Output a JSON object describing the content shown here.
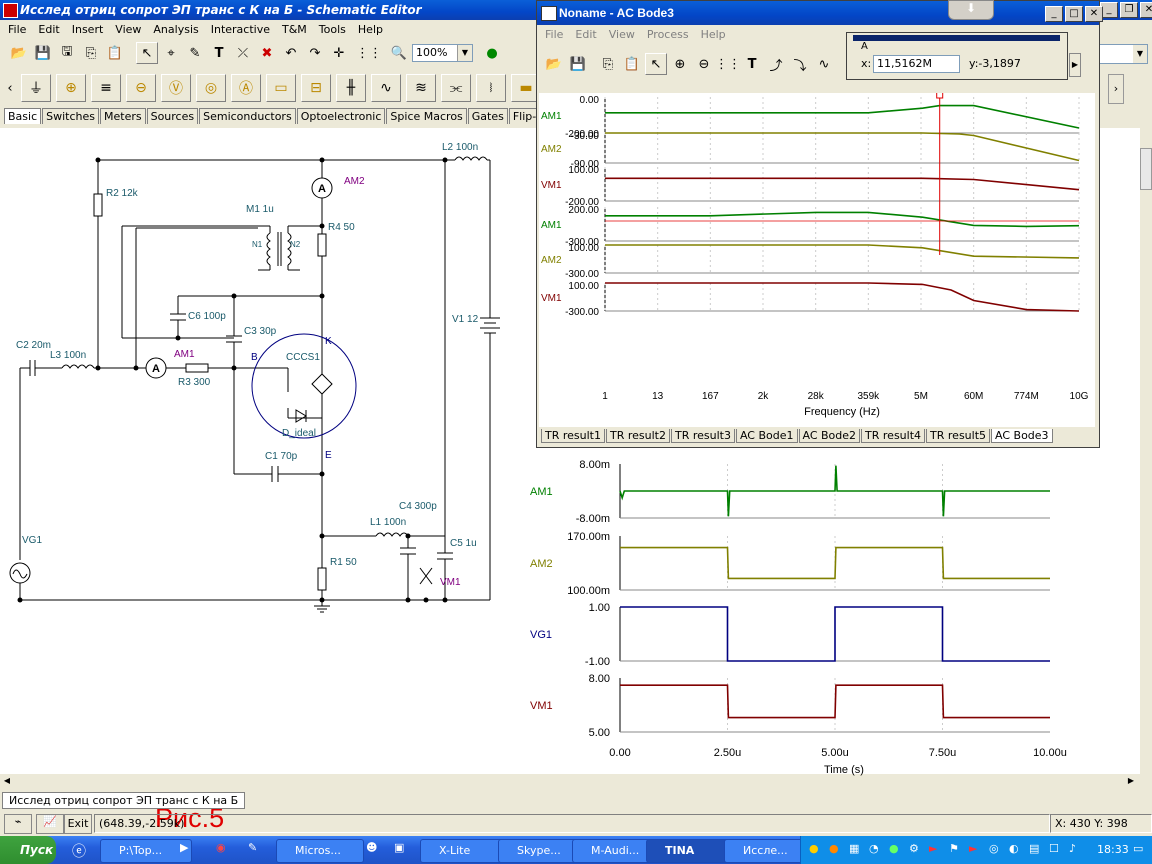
{
  "main": {
    "title": "Исслед отриц сопрот ЭП транс с К на Б - Schematic Editor",
    "menu": [
      "File",
      "Edit",
      "Insert",
      "View",
      "Analysis",
      "Interactive",
      "T&M",
      "Tools",
      "Help"
    ],
    "zoom": "100%",
    "component_tabs": [
      "Basic",
      "Switches",
      "Meters",
      "Sources",
      "Semiconductors",
      "Optoelectronic",
      "Spice Macros",
      "Gates",
      "Flip-flops"
    ],
    "doc_tab": "Исслед отриц сопрот ЭП транс с К на Б",
    "status_coords": "(648.39,-2.59k)",
    "status_xy": "X: 430 Y: 398",
    "exit_label": "Exit"
  },
  "schematic": {
    "labels": {
      "r2": "R2 12k",
      "m1": "M1 1u",
      "n1": "N1",
      "n2": "N2",
      "r4": "R4 50",
      "am2": "AM2",
      "l2": "L2 100n",
      "c6": "C6 100p",
      "c3": "C3 30p",
      "c2": "C2 20m",
      "l3": "L3 100n",
      "am1": "AM1",
      "r3": "R3 300",
      "b": "B",
      "cccs": "CCCS1",
      "k": "K",
      "dideal": "D_ideal",
      "v1": "V1 12",
      "c1": "C1 70p",
      "e": "E",
      "c4": "C4 300p",
      "l1": "L1 100n",
      "c5": "C5 1u",
      "vg1": "VG1",
      "r1": "R1 50",
      "vm1": "VM1",
      "a": "A"
    },
    "caption": "Рис.5"
  },
  "bode": {
    "title": "Noname - AC Bode3",
    "menu": [
      "File",
      "Edit",
      "View",
      "Process",
      "Help"
    ],
    "cursor": {
      "a_label": "A",
      "x_label": "x:",
      "x_value": "11,5162M",
      "y_value": "y:-3,1897"
    },
    "x_ticks": [
      "1",
      "13",
      "167",
      "2k",
      "28k",
      "359k",
      "5M",
      "60M",
      "774M",
      "10G"
    ],
    "x_label": "Frequency (Hz)",
    "tabs": [
      "TR result1",
      "TR result2",
      "TR result3",
      "AC Bode1",
      "AC Bode2",
      "TR result4",
      "TR result5",
      "AC Bode3"
    ],
    "active_tab": "AC Bode3"
  },
  "chart_data": [
    {
      "type": "line",
      "x_scale": "log",
      "xlabel": "Frequency (Hz)",
      "x_ticks": [
        "1",
        "13",
        "167",
        "2k",
        "28k",
        "359k",
        "5M",
        "60M",
        "774M",
        "10G"
      ],
      "panels": [
        {
          "name": "AM1",
          "ylim": [
            -200,
            0
          ],
          "tick_labels": [
            "0.00",
            "-200.00"
          ],
          "color": "#008000",
          "x": [
            1,
            359000,
            5000000,
            11516200,
            60000000,
            10000000000
          ],
          "y": [
            -88,
            -88,
            -62,
            -48,
            -48,
            -172
          ]
        },
        {
          "name": "AM2",
          "ylim": [
            -90,
            -30
          ],
          "tick_labels": [
            "-30.00",
            "-90.00"
          ],
          "color": "#808000",
          "x": [
            1,
            5000000,
            30000000,
            60000000,
            10000000000
          ],
          "y": [
            -30,
            -30,
            -32,
            -35,
            -85
          ]
        },
        {
          "name": "VM1",
          "ylim": [
            -200,
            100
          ],
          "tick_labels": [
            "100.00",
            "-200.00"
          ],
          "color": "#800000",
          "x": [
            1,
            5000000,
            11516200,
            60000000,
            10000000000
          ],
          "y": [
            0,
            0,
            -3.19,
            -10,
            -100
          ]
        },
        {
          "name": "AM1",
          "ylim": [
            -300,
            200
          ],
          "tick_labels": [
            "200.00",
            "-300.00"
          ],
          "color": "#008000",
          "x": [
            1,
            167,
            28000,
            359000,
            5000000,
            60000000,
            774000000,
            10000000000
          ],
          "y": [
            70,
            70,
            120,
            120,
            50,
            -70,
            -85,
            -75
          ]
        },
        {
          "name": "AM2",
          "ylim": [
            -300,
            100
          ],
          "tick_labels": [
            "100.00",
            "-300.00"
          ],
          "color": "#808000",
          "x": [
            1,
            359000,
            5000000,
            60000000,
            10000000000
          ],
          "y": [
            100,
            100,
            60,
            -60,
            -85
          ]
        },
        {
          "name": "VM1",
          "ylim": [
            -300,
            100
          ],
          "tick_labels": [
            "100.00",
            "-300.00"
          ],
          "color": "#800000",
          "x": [
            1,
            359000,
            5000000,
            20000000,
            60000000,
            774000000,
            10000000000
          ],
          "y": [
            100,
            100,
            80,
            0,
            -150,
            -280,
            -300
          ]
        }
      ]
    },
    {
      "type": "line",
      "xlabel": "Time (s)",
      "x_ticks": [
        "0.00",
        "2.50u",
        "5.00u",
        "7.50u",
        "10.00u"
      ],
      "xlim": [
        0,
        10
      ],
      "panels": [
        {
          "name": "AM1",
          "ylim": [
            -8,
            8
          ],
          "tick_labels": [
            "8.00m",
            "-8.00m"
          ],
          "color": "#008000",
          "x": [
            0,
            0.05,
            0.1,
            2.5,
            2.52,
            2.55,
            5.0,
            5.02,
            5.05,
            7.5,
            7.52,
            7.55,
            10
          ],
          "y": [
            0,
            -2,
            0,
            0,
            -7.5,
            0,
            0,
            7.5,
            0,
            0,
            -7.5,
            0,
            0
          ]
        },
        {
          "name": "AM2",
          "ylim": [
            100,
            170
          ],
          "tick_labels": [
            "170.00m",
            "100.00m"
          ],
          "color": "#808000",
          "x": [
            0,
            2.5,
            2.52,
            5.0,
            5.02,
            7.5,
            7.52,
            10
          ],
          "y": [
            155,
            155,
            115,
            115,
            155,
            155,
            115,
            115
          ]
        },
        {
          "name": "VG1",
          "ylim": [
            -1,
            1
          ],
          "tick_labels": [
            "1.00",
            "-1.00"
          ],
          "color": "#000080",
          "x": [
            0,
            2.5,
            2.5,
            5.0,
            5.0,
            7.5,
            7.5,
            10
          ],
          "y": [
            1,
            1,
            -1,
            -1,
            1,
            1,
            -1,
            -1
          ]
        },
        {
          "name": "VM1",
          "ylim": [
            5,
            8
          ],
          "tick_labels": [
            "8.00",
            "5.00"
          ],
          "color": "#800000",
          "x": [
            0,
            2.5,
            2.52,
            5.0,
            5.02,
            7.5,
            7.52,
            10
          ],
          "y": [
            7.6,
            7.6,
            5.8,
            5.8,
            7.6,
            7.6,
            5.8,
            5.8
          ]
        }
      ]
    }
  ],
  "transient": {
    "x_label": "Time (s)"
  },
  "taskbar": {
    "start": "Пуск",
    "items": [
      "P:\\Top...",
      "Micros...",
      "X-Lite",
      "Skype...",
      "M-Audi...",
      "TINA",
      "Иссле..."
    ],
    "clock": "18:33"
  }
}
